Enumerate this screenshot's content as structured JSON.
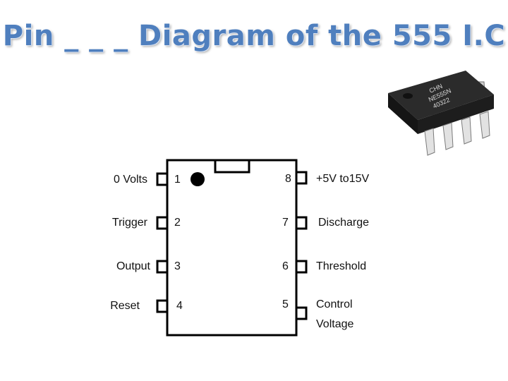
{
  "title": "Pin _ _ _ Diagram of the 555 I.C",
  "chip_marking": {
    "line1": "CHN",
    "line2": "NE555N",
    "line3": "40322"
  },
  "pins_left": [
    {
      "number": "1",
      "label": "0 Volts"
    },
    {
      "number": "2",
      "label": "Trigger"
    },
    {
      "number": "3",
      "label": "Output"
    },
    {
      "number": "4",
      "label": "Reset"
    }
  ],
  "pins_right": [
    {
      "number": "8",
      "label": "+5V to15V"
    },
    {
      "number": "7",
      "label": "Discharge"
    },
    {
      "number": "6",
      "label": "Threshold"
    },
    {
      "number": "5",
      "label_line1": "Control",
      "label_line2": "Voltage"
    }
  ]
}
